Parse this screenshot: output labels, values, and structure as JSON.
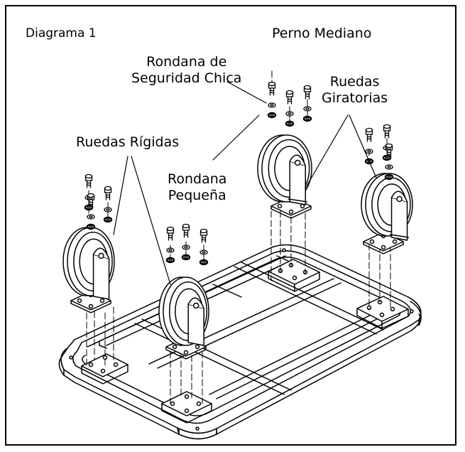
{
  "diagram": {
    "title": "Diagrama 1",
    "labels": {
      "medium_bolt": "Perno Mediano",
      "small_lock_washer": [
        "Rondana de",
        "Seguridad Chica"
      ],
      "swivel_wheels": [
        "Ruedas",
        "Giratorias"
      ],
      "rigid_wheels": "Ruedas Rígidas",
      "small_washer": [
        "Rondana",
        "Pequeña"
      ]
    }
  }
}
